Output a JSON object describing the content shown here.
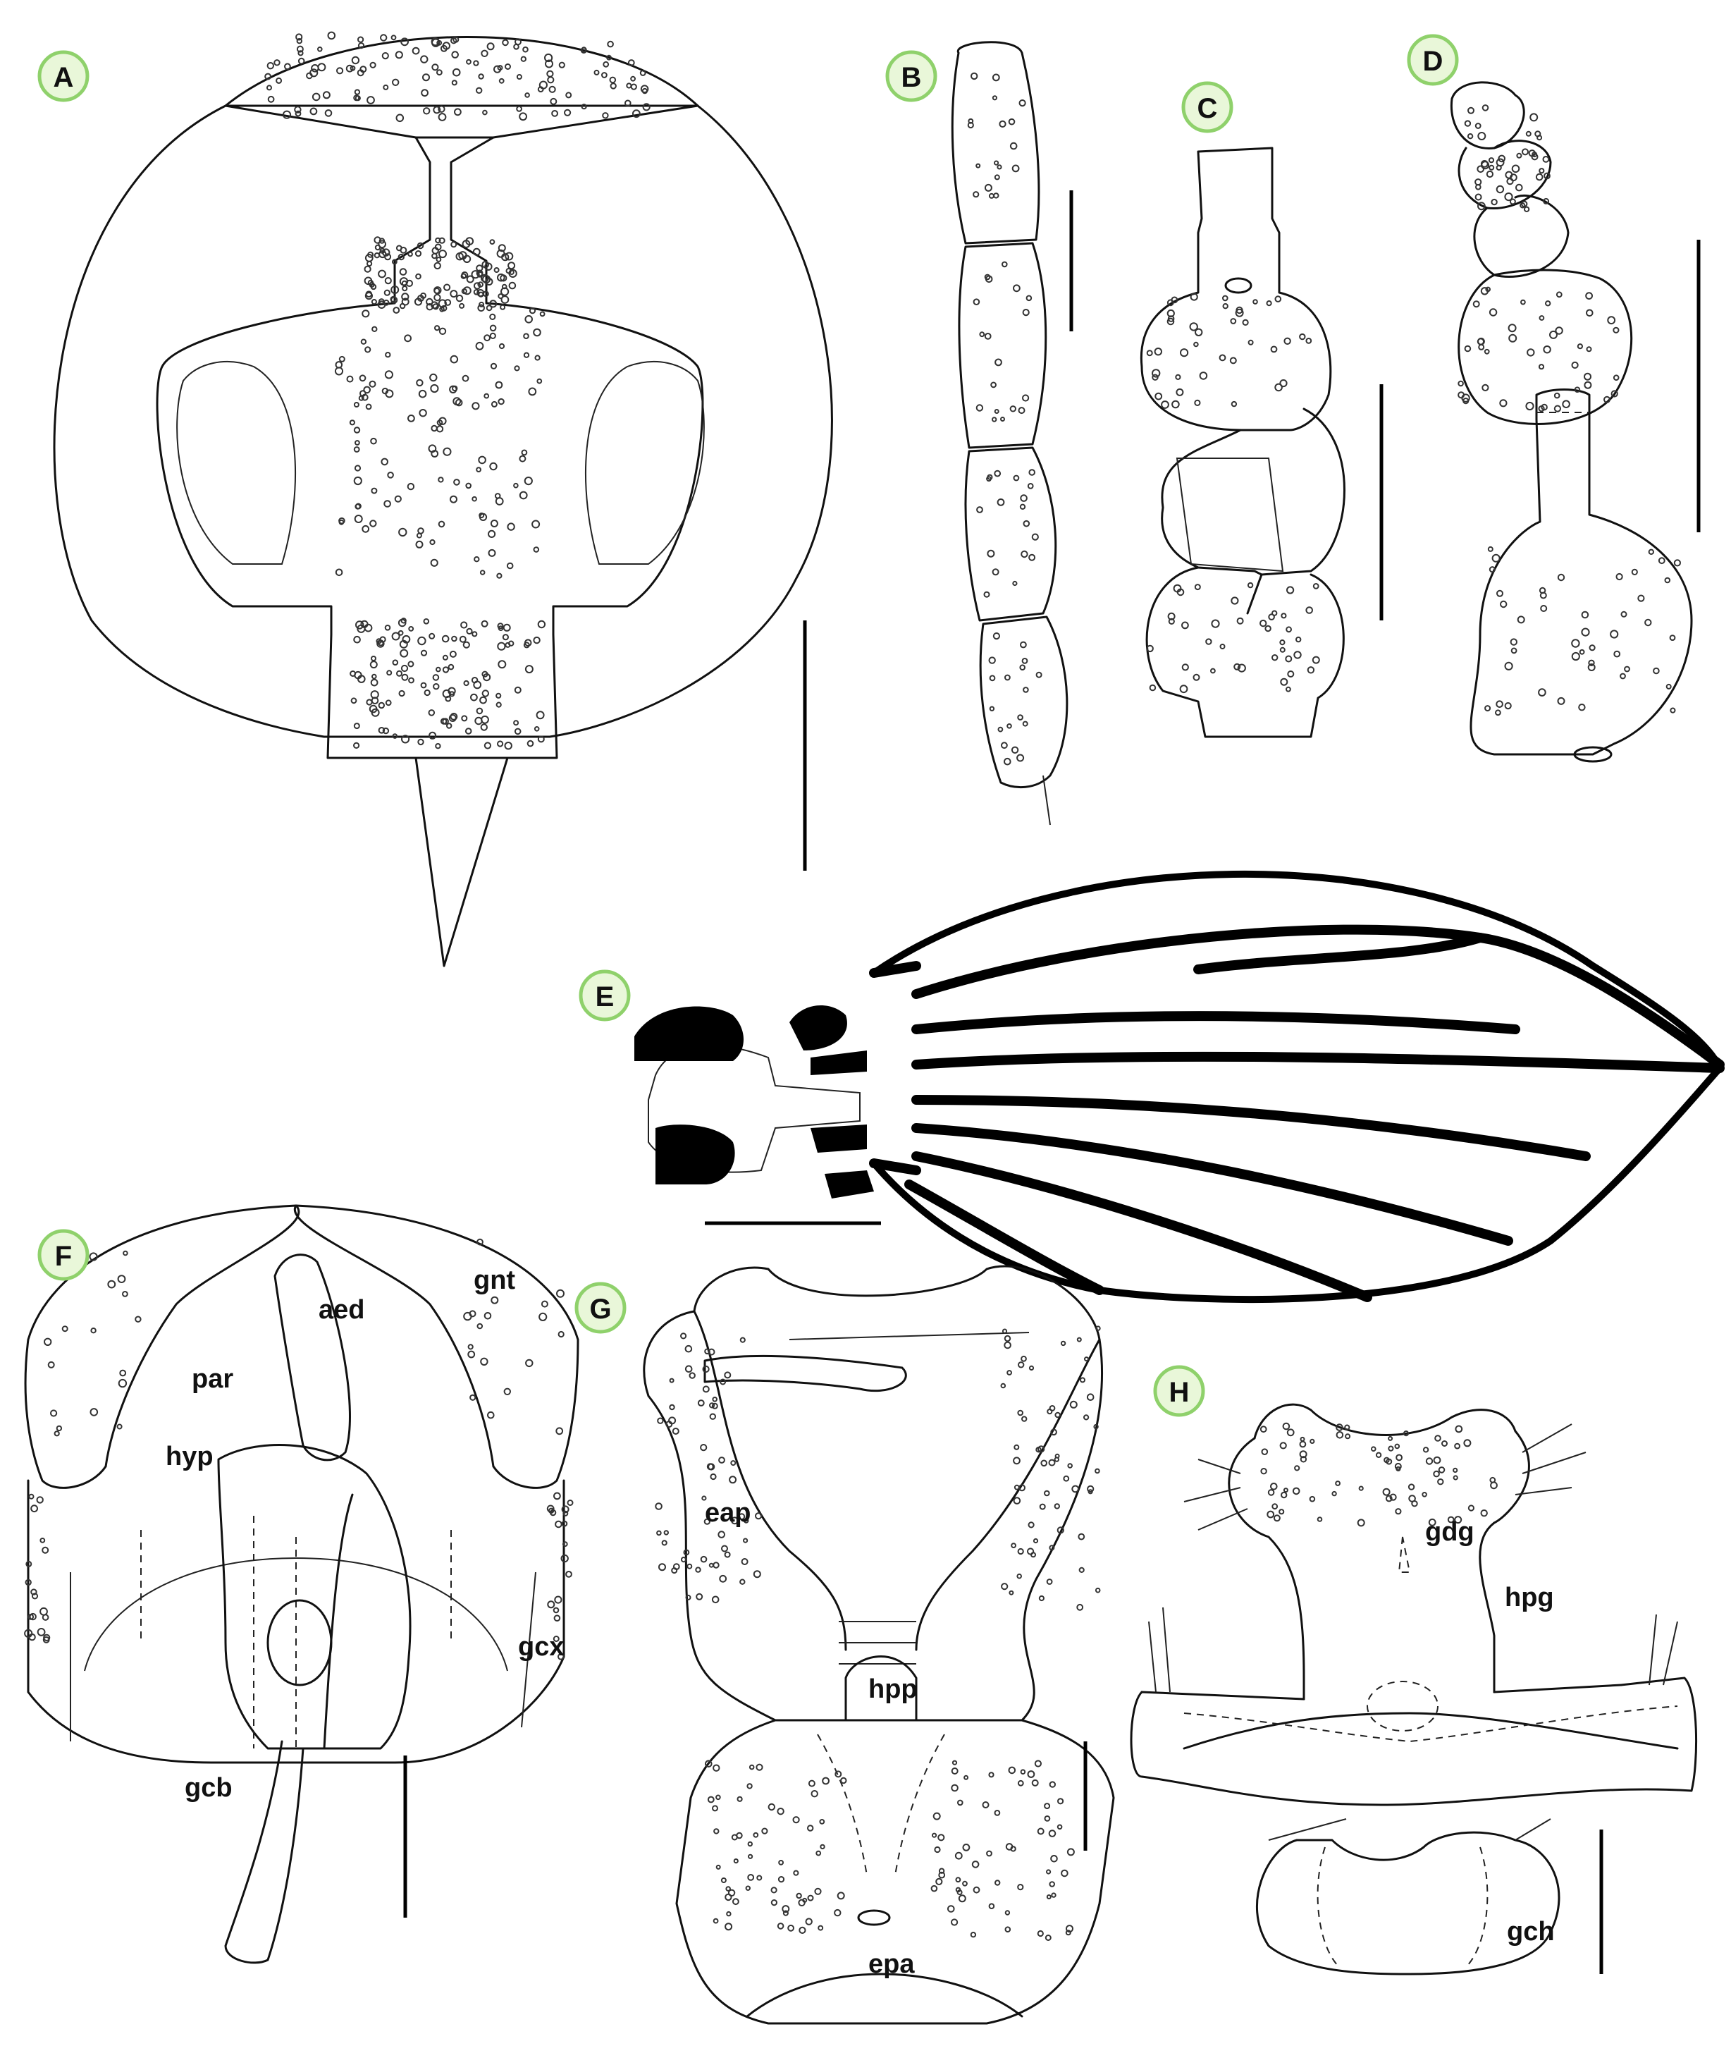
{
  "panels": {
    "A": {
      "label": "A"
    },
    "B": {
      "label": "B"
    },
    "C": {
      "label": "C"
    },
    "D": {
      "label": "D"
    },
    "E": {
      "label": "E"
    },
    "F": {
      "label": "F"
    },
    "G": {
      "label": "G"
    },
    "H": {
      "label": "H"
    }
  },
  "terms": {
    "gnt": "gnt",
    "aed": "aed",
    "par": "par",
    "hyp": "hyp",
    "gcx": "gcx",
    "gcb": "gcb",
    "eap": "eap",
    "hpp": "hpp",
    "epa": "epa",
    "gdg": "gdg",
    "hpg": "hpg",
    "gch": "gch"
  }
}
